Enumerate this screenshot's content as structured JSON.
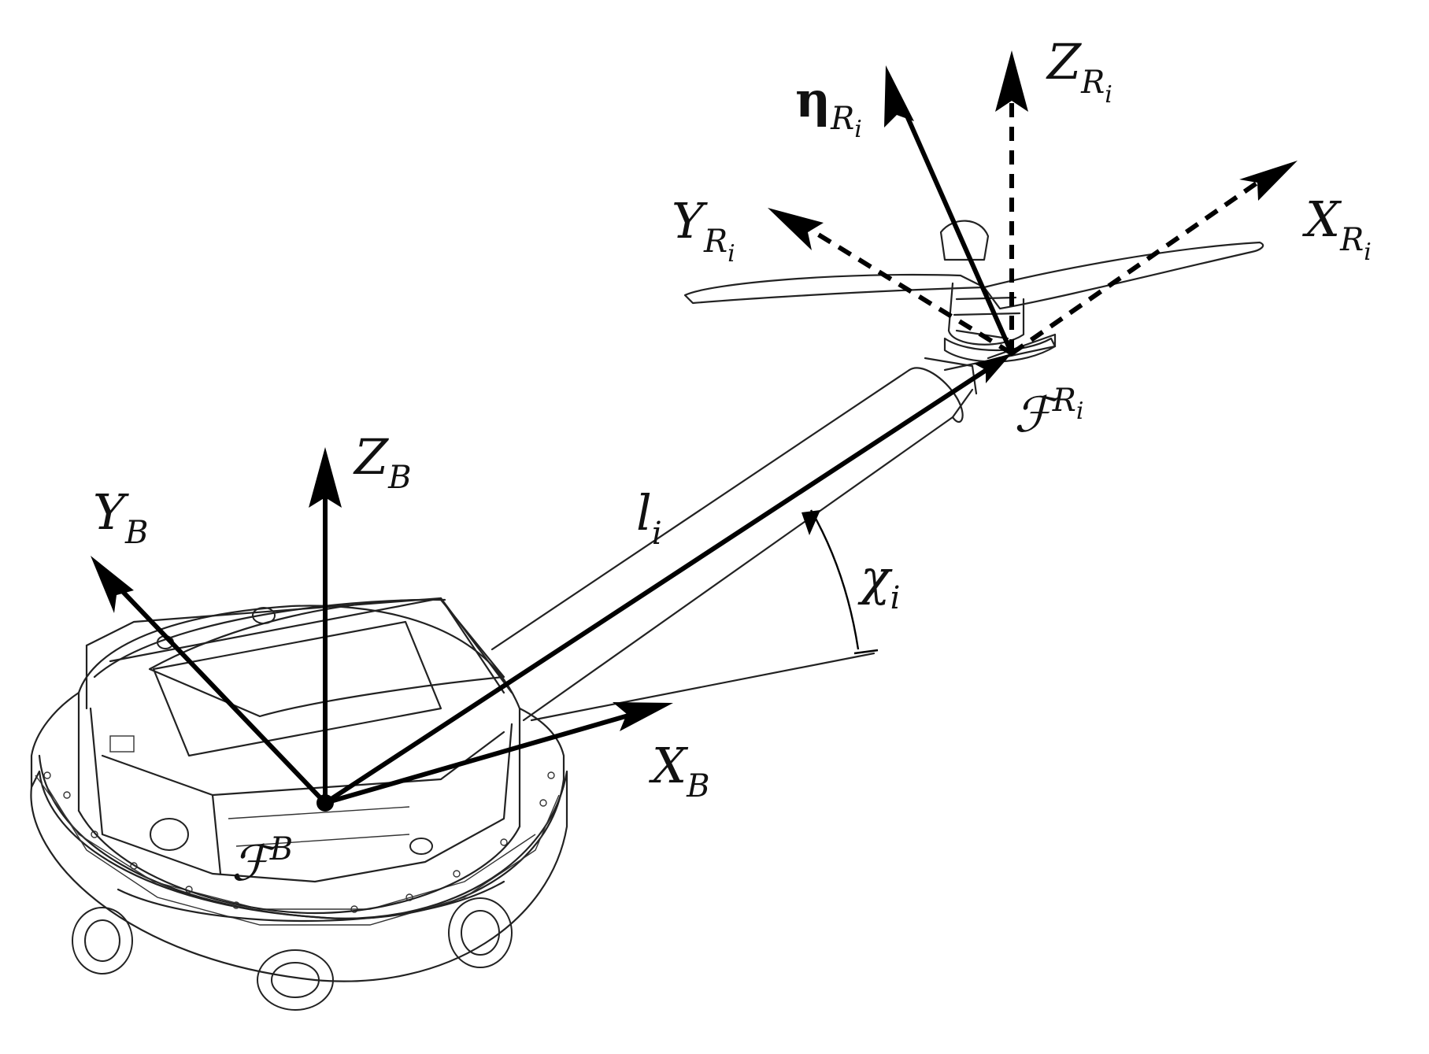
{
  "figure": {
    "labels": {
      "y_b": {
        "base": "Y",
        "sub": "B"
      },
      "z_b": {
        "base": "Z",
        "sub": "B"
      },
      "x_b": {
        "base": "X",
        "sub": "B"
      },
      "frame_b": {
        "base": "ℱ",
        "sup": "B"
      },
      "arm_length": {
        "base": "l",
        "sub": "i"
      },
      "tilt_angle": {
        "base": "χ",
        "sub": "i"
      },
      "eta_r": {
        "base": "η",
        "sub": "R",
        "subsub": "i"
      },
      "z_r": {
        "base": "Z",
        "sub": "R",
        "subsub": "i"
      },
      "y_r": {
        "base": "Y",
        "sub": "R",
        "subsub": "i"
      },
      "x_r": {
        "base": "X",
        "sub": "R",
        "subsub": "i"
      },
      "frame_r": {
        "base": "ℱ",
        "sup": "R",
        "supsub": "i"
      }
    }
  }
}
